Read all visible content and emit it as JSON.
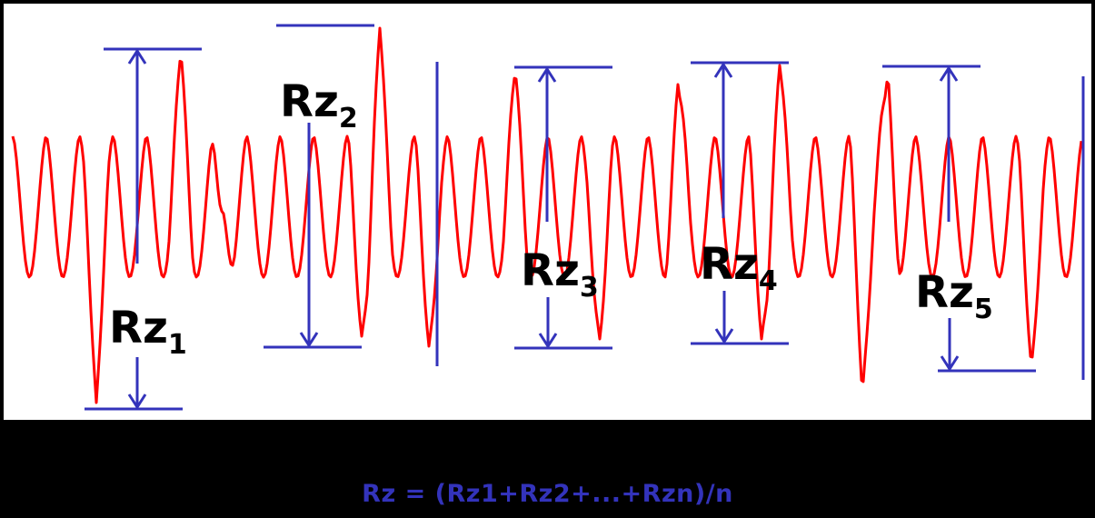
{
  "colors": {
    "profile": "#ff0000",
    "measure": "#3333bb",
    "background": "#ffffff",
    "formula": "#3333bb"
  },
  "labels": [
    {
      "base": "Rz",
      "sub": "1"
    },
    {
      "base": "Rz",
      "sub": "2"
    },
    {
      "base": "Rz",
      "sub": "3"
    },
    {
      "base": "Rz",
      "sub": "4"
    },
    {
      "base": "Rz",
      "sub": "5"
    }
  ],
  "formula": {
    "text": "Rz = (Rz1+Rz2+...+Rzn)/n"
  }
}
